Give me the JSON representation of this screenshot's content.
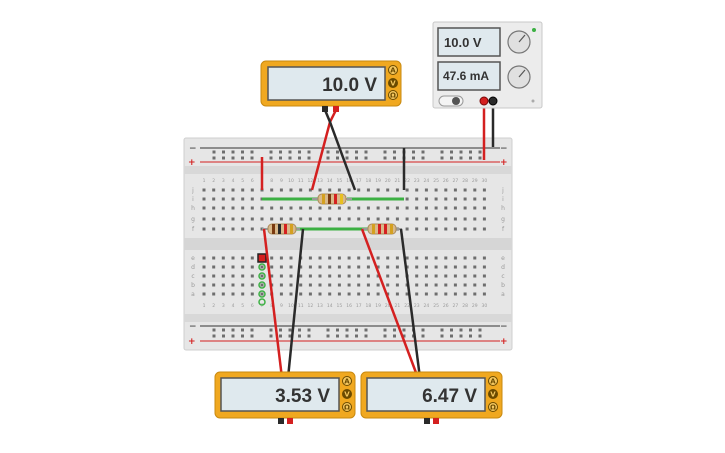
{
  "power_supply": {
    "voltage_display": "10.0 V",
    "current_display": "47.6 mA"
  },
  "multimeters": [
    {
      "id": "top",
      "reading": "10.0 V",
      "modes": [
        "A",
        "V",
        "Ω"
      ]
    },
    {
      "id": "bottom-left",
      "reading": "3.53 V",
      "modes": [
        "A",
        "V",
        "Ω"
      ]
    },
    {
      "id": "bottom-right",
      "reading": "6.47 V",
      "modes": [
        "A",
        "V",
        "Ω"
      ]
    }
  ],
  "breadboard": {
    "columns": 30,
    "rows_upper": [
      "j",
      "i",
      "h",
      "g",
      "f"
    ],
    "rows_lower": [
      "e",
      "d",
      "c",
      "b",
      "a"
    ],
    "rail_minus": "−",
    "rail_plus": "+"
  },
  "colors": {
    "multimeter_body": "#f0a820",
    "lcd": "#dfe9ee",
    "wire_red": "#d42020",
    "wire_black": "#2a2a2a",
    "wire_green": "#3cb043",
    "breadboard": "#e4e4e4"
  }
}
